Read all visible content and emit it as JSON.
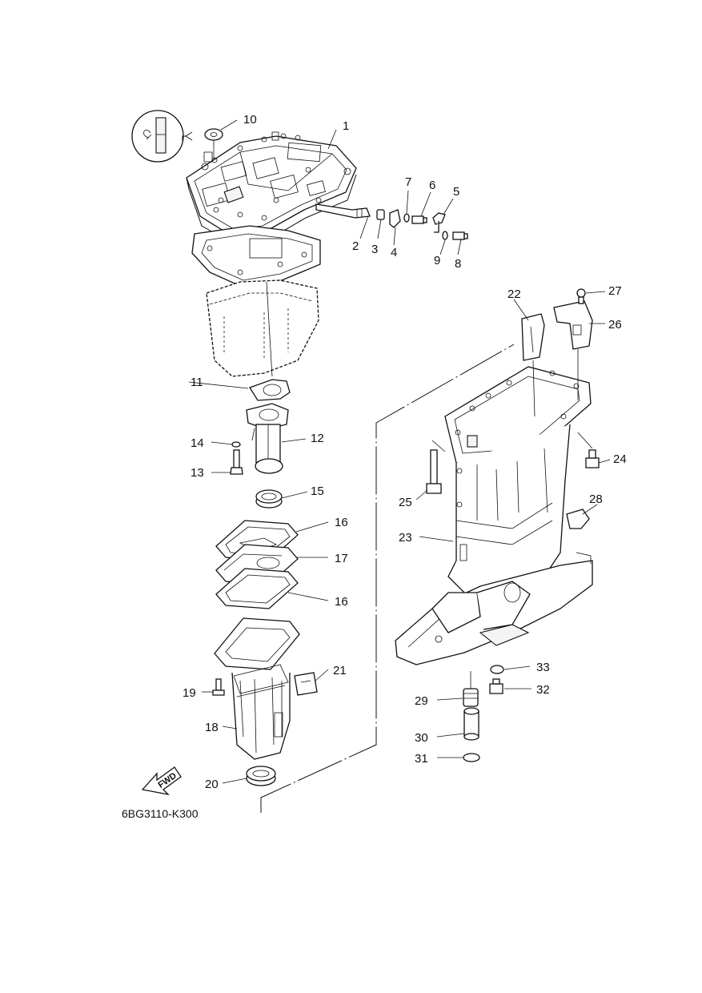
{
  "diagram": {
    "part_code": "6BG3110-K300",
    "fwd_label": "FWD",
    "callouts": [
      "1",
      "2",
      "3",
      "4",
      "5",
      "6",
      "7",
      "8",
      "9",
      "10",
      "11",
      "12",
      "13",
      "14",
      "15",
      "16",
      "16",
      "17",
      "18",
      "19",
      "20",
      "21",
      "22",
      "23",
      "24",
      "25",
      "26",
      "27",
      "28",
      "29",
      "30",
      "31",
      "32",
      "33"
    ]
  }
}
